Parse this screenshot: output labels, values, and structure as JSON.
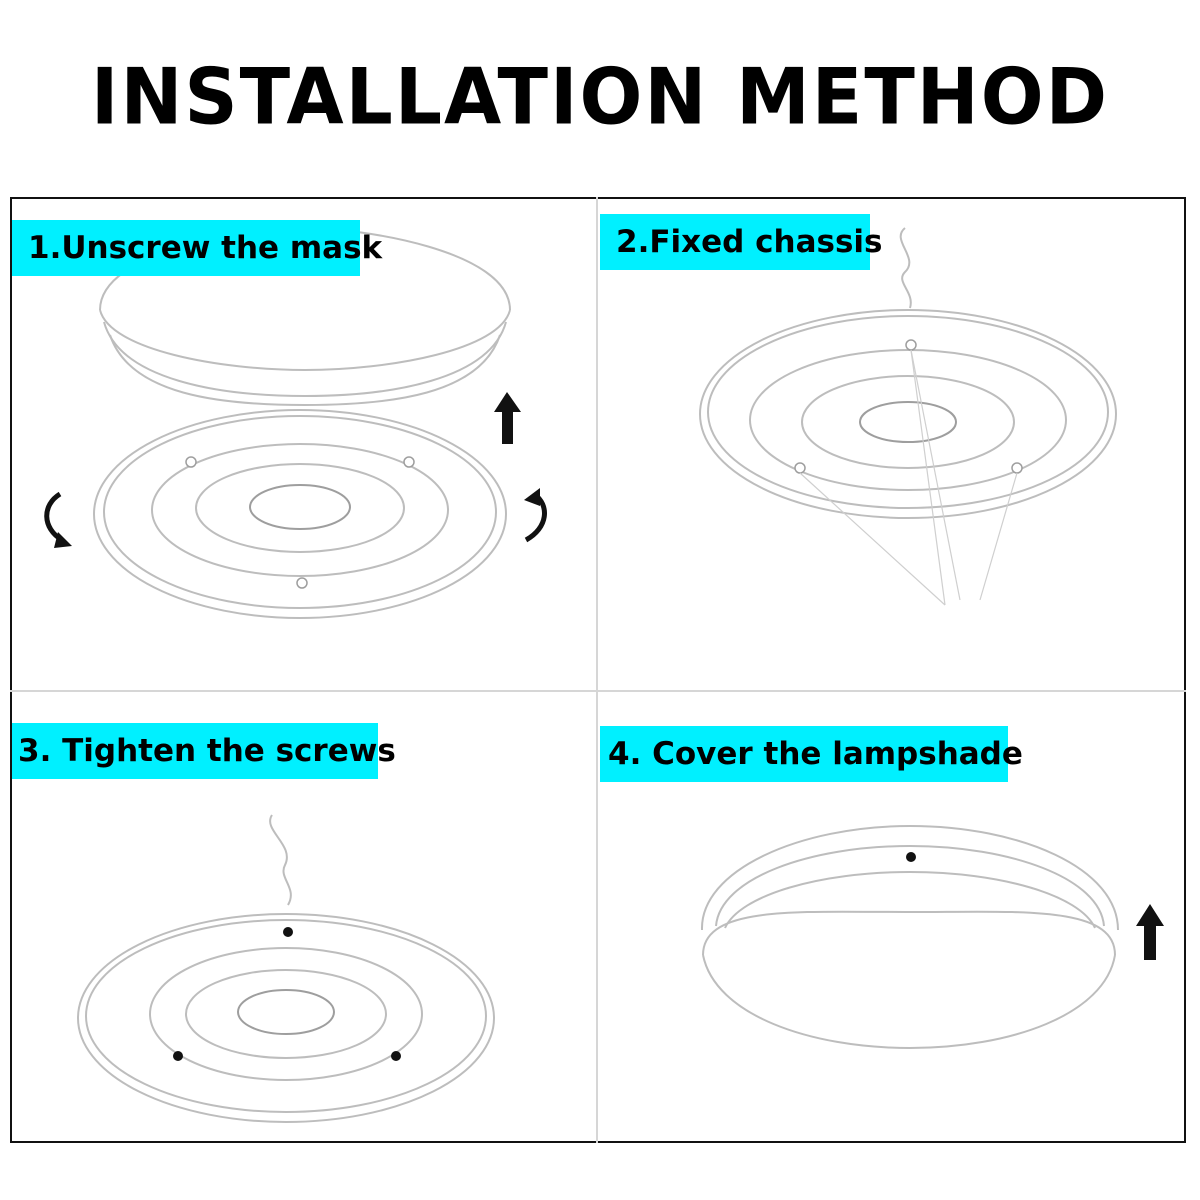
{
  "title": "INSTALLATION METHOD",
  "steps": [
    {
      "label": "1.Unscrew the mask"
    },
    {
      "label": "2.Fixed chassis"
    },
    {
      "label": "3. Tighten the screws"
    },
    {
      "label": "4. Cover the lampshade"
    }
  ],
  "colors": {
    "label_bg": "#00f0ff",
    "text": "#000000",
    "frame": "#111111",
    "drawing": "#bdbdbd"
  },
  "icons": [
    "arrow-up-icon",
    "rotate-ccw-icon",
    "rotate-cw-icon"
  ]
}
